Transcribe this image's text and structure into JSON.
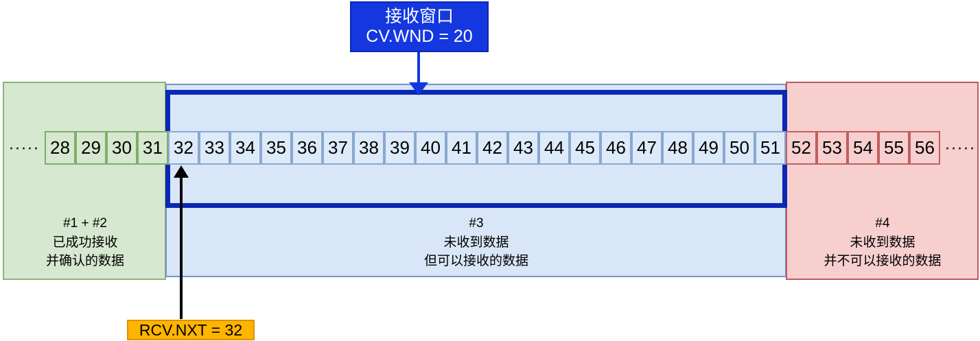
{
  "diagram": {
    "title_concept": "TCP receive window (RCV.WND / RCV.NXT) sequence number space",
    "callout": {
      "line1": "接收窗口",
      "line2": "CV.WND = 20",
      "bg_color": "#1437e0",
      "text_color": "#ffffff",
      "arrow_direction": "down"
    },
    "window_rect": {
      "border_color": "#0a27b5",
      "covers_from": 32,
      "covers_to": 51,
      "size": 20
    },
    "regions": [
      {
        "id": "region-1-2",
        "tag": "#1 + #2",
        "line2": "已成功接收",
        "line3": "并确认的数据",
        "fill": "#d6e8d0",
        "border": "#8cb377",
        "cells": [
          28,
          29,
          30,
          31
        ]
      },
      {
        "id": "region-3",
        "tag": "#3",
        "line2": "未收到数据",
        "line3": "但可以接收的数据",
        "fill": "#d9e6f7",
        "border": "#6f96c9",
        "cells": [
          32,
          33,
          34,
          35,
          36,
          37,
          38,
          39,
          40,
          41,
          42,
          43,
          44,
          45,
          46,
          47,
          48,
          49,
          50,
          51
        ]
      },
      {
        "id": "region-4",
        "tag": "#4",
        "line2": "未收到数据",
        "line3": "并不可以接收的数据",
        "fill": "#f7cfcf",
        "border": "#c05a5a",
        "cells": [
          52,
          53,
          54,
          55,
          56
        ]
      }
    ],
    "ellipsis_left": "·····",
    "ellipsis_right": "·····",
    "pointer": {
      "label": "RCV.NXT = 32",
      "points_to_cell": 32,
      "bg_color": "#ffb400",
      "border_color": "#d99200",
      "arrow_direction": "up"
    }
  }
}
